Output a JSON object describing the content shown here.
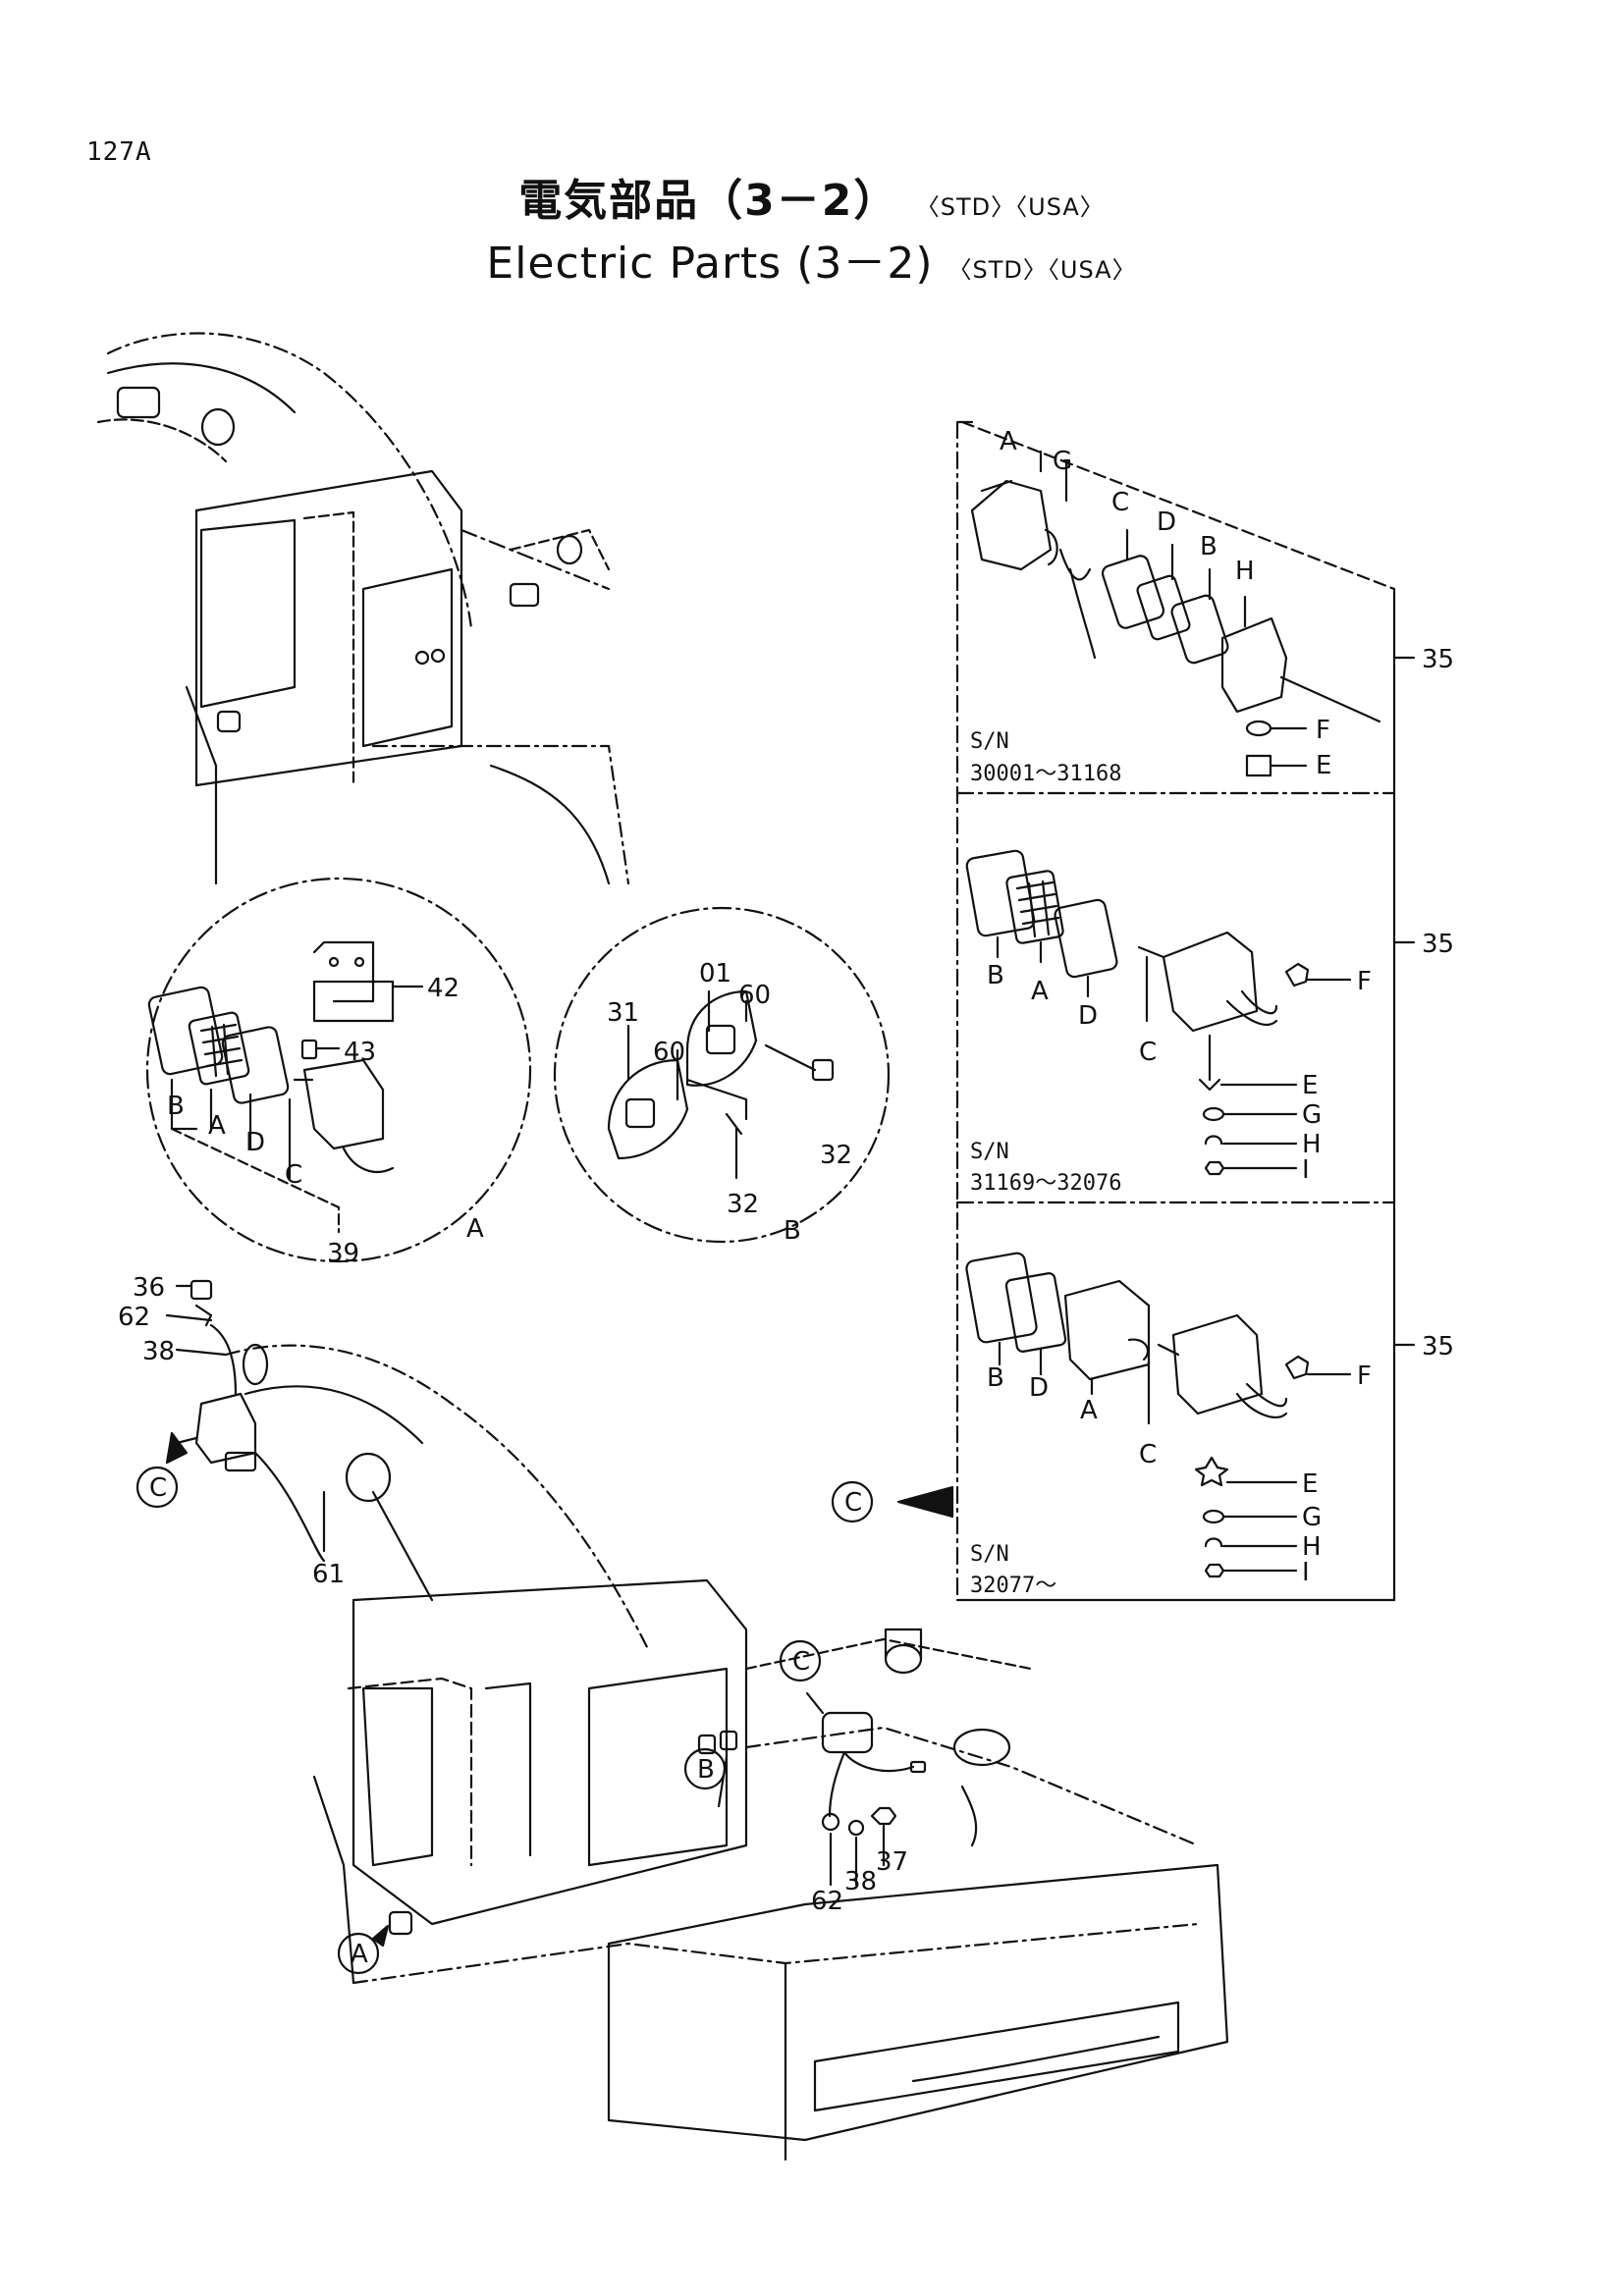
{
  "header": {
    "page_number": "127A",
    "title_ja": "電気部品（3－2）",
    "title_en": "Electric Parts (3－2)",
    "tags": "〈STD〉〈USA〉"
  },
  "callouts": {
    "c01": "01",
    "c31": "31",
    "c32": "32",
    "c35": "35",
    "c36": "36",
    "c37": "37",
    "c38": "38",
    "c39": "39",
    "c42": "42",
    "c43": "43",
    "c60": "60",
    "c61": "61",
    "c62": "62"
  },
  "letters": {
    "A": "A",
    "B": "B",
    "C": "C",
    "D": "D",
    "E": "E",
    "F": "F",
    "G": "G",
    "H": "H",
    "I": "I"
  },
  "serials": {
    "label": "S/N",
    "range1": "30001～31168",
    "range2": "31169～32076",
    "range3": "32077～"
  }
}
